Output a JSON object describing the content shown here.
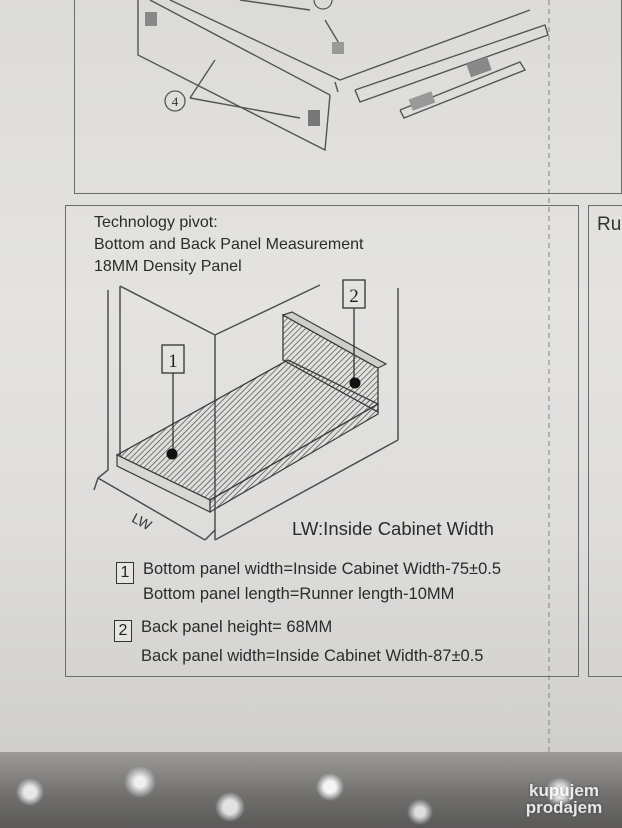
{
  "header": {
    "line1": "Technology pivot:",
    "line2": "Bottom and Back Panel Measurement",
    "line3": "18MM Density Panel"
  },
  "diagram": {
    "callout_1": "1",
    "callout_2": "2",
    "top_callout_4": "4",
    "dimension_label": "LW",
    "legend": "LW:Inside Cabinet Width"
  },
  "specs": [
    {
      "number": "1",
      "line1": "Bottom panel width=Inside Cabinet Width-75±0.5",
      "line2": "Bottom panel length=Runner length-10MM"
    },
    {
      "number": "2",
      "line1": "Back panel height= 68MM",
      "line2": "Back panel width=Inside Cabinet Width-87±0.5"
    }
  ],
  "side_panel": {
    "label": "Ru"
  },
  "watermark": {
    "line1": "kupujem",
    "line2": "prodajem"
  },
  "colors": {
    "paper": "#e0dfdc",
    "ink": "#2b2b2b",
    "line": "#6b6b6b",
    "watermark": "#ffffff"
  }
}
